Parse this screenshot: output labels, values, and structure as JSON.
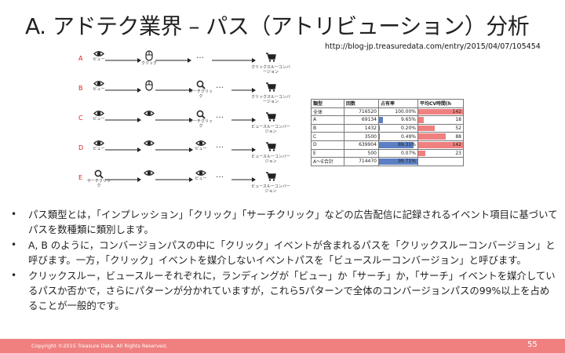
{
  "title": "A. アドテク業界 – パス（アトリビューション）分析",
  "url": "http://blog-jp.treasuredata.com/entry/2015/04/07/105454",
  "diagram": {
    "rows": [
      {
        "label": "A",
        "steps": [
          {
            "icon": "eye-icon",
            "caption": "ビュー"
          },
          {
            "icon": "mouse-icon",
            "caption": "クリック"
          }
        ],
        "goal": "クリックスルーコンバージョン"
      },
      {
        "label": "B",
        "steps": [
          {
            "icon": "eye-icon",
            "caption": "ビュー"
          },
          {
            "icon": "mouse-icon",
            "caption": ""
          },
          {
            "icon": "search-icon",
            "caption": "サーチクリック"
          }
        ],
        "goal": "クリックスルーコンバージョン"
      },
      {
        "label": "C",
        "steps": [
          {
            "icon": "eye-icon",
            "caption": "ビュー"
          },
          {
            "icon": "eye-icon",
            "caption": ""
          },
          {
            "icon": "search-icon",
            "caption": "サーチクリック"
          }
        ],
        "goal": "ビュースルーコンバージョン"
      },
      {
        "label": "D",
        "steps": [
          {
            "icon": "eye-icon",
            "caption": "ビュー"
          },
          {
            "icon": "eye-icon",
            "caption": ""
          },
          {
            "icon": "eye-icon",
            "caption": "ビュー"
          }
        ],
        "goal": "ビュースルーコンバージョン"
      },
      {
        "label": "E",
        "steps": [
          {
            "icon": "search-icon",
            "caption": "サーチクリック"
          },
          {
            "icon": "eye-icon",
            "caption": ""
          },
          {
            "icon": "eye-icon",
            "caption": "ビュー"
          }
        ],
        "goal": "ビュースルーコンバージョン"
      }
    ],
    "ellipsis": "…"
  },
  "table": {
    "headers": [
      "類型",
      "回数",
      "占有率",
      "平均CV時間(h"
    ],
    "rows": [
      {
        "type": "全体",
        "count": "716520",
        "share": "100.00%",
        "share_value": 100,
        "time": "142",
        "time_value": 142
      },
      {
        "type": "A",
        "count": "69134",
        "share": "9.65%",
        "share_value": 9.65,
        "time": "18",
        "time_value": 18
      },
      {
        "type": "B",
        "count": "1432",
        "share": "0.20%",
        "share_value": 0.2,
        "time": "52",
        "time_value": 52
      },
      {
        "type": "C",
        "count": "3500",
        "share": "0.49%",
        "share_value": 0.49,
        "time": "88",
        "time_value": 88
      },
      {
        "type": "D",
        "count": "639904",
        "share": "89.31%",
        "share_value": 89.31,
        "time": "142",
        "time_value": 142
      },
      {
        "type": "E",
        "count": "500",
        "share": "0.07%",
        "share_value": 0.07,
        "time": "23",
        "time_value": 23
      },
      {
        "type": "A〜E合計",
        "count": "714470",
        "share": "99.71%",
        "share_value": 99.71,
        "time": "",
        "time_value": 0
      }
    ],
    "share_bar_color": "#5b7fc4",
    "time_bar_color": "#f08080",
    "time_max": 142
  },
  "bullets": [
    "パス類型とは，「インプレッション」「クリック」「サーチクリック」などの広告配信に記録されるイベント項目に基づいてパスを数種類に類別します。",
    "A, B のように，コンバージョンパスの中に「クリック」イベントが含まれるパスを「クリックスルーコンバージョン」と呼びます。一方，「クリック」イベントを媒介しないイベントパスを「ビュースルーコンバージョン」と呼びます。",
    "クリックスルー，ビュースルーそれぞれに，ランディングが「ビュー」か「サーチ」か，「サーチ」イベントを媒介しているパスか否かで，さらにパターンが分かれていますが，これら5パターンで全体のコンバージョンパスの99%以上を占めることが一般的です。"
  ],
  "footer": {
    "copyright": "Copyright ©2015 Treasure Data.  All Rights Reserved.",
    "page_number": "55"
  },
  "colors": {
    "row_label": "#e02020",
    "footer_bg": "#f08080"
  }
}
